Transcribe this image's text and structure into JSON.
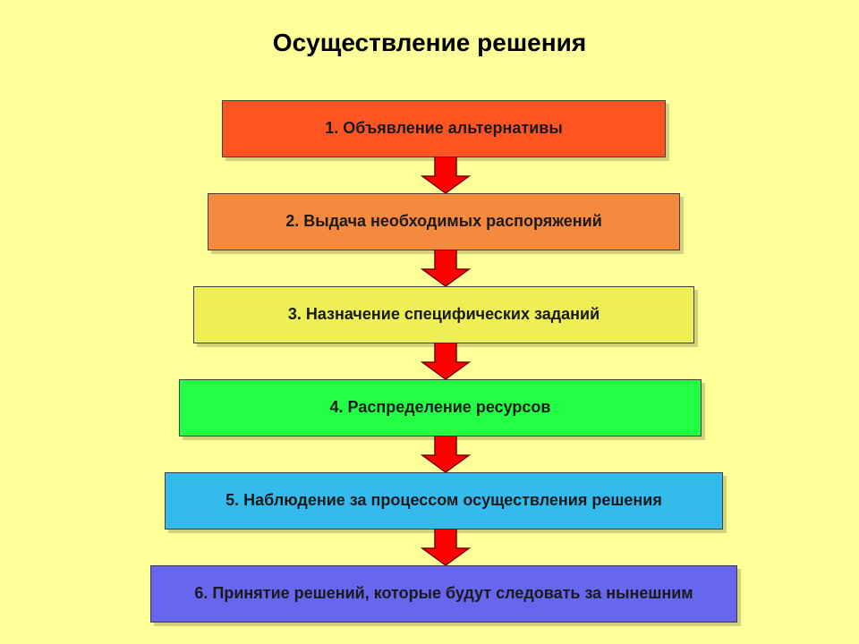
{
  "title": "Осуществление решения",
  "steps": [
    {
      "label": "1. Объявление альтернативы",
      "color": "#ff5522"
    },
    {
      "label": "2. Выдача необходимых распоряжений",
      "color": "#f58a3e"
    },
    {
      "label": "3. Назначение специфических заданий",
      "color": "#eeee55"
    },
    {
      "label": "4. Распределение ресурсов",
      "color": "#22ff44"
    },
    {
      "label": "5. Наблюдение за процессом осуществления решения",
      "color": "#33bbee"
    },
    {
      "label": "6. Принятие решений, которые будут следовать за нынешним",
      "color": "#6666ee"
    }
  ],
  "arrow_color": "#ff0000",
  "background_color": "#ffff99"
}
